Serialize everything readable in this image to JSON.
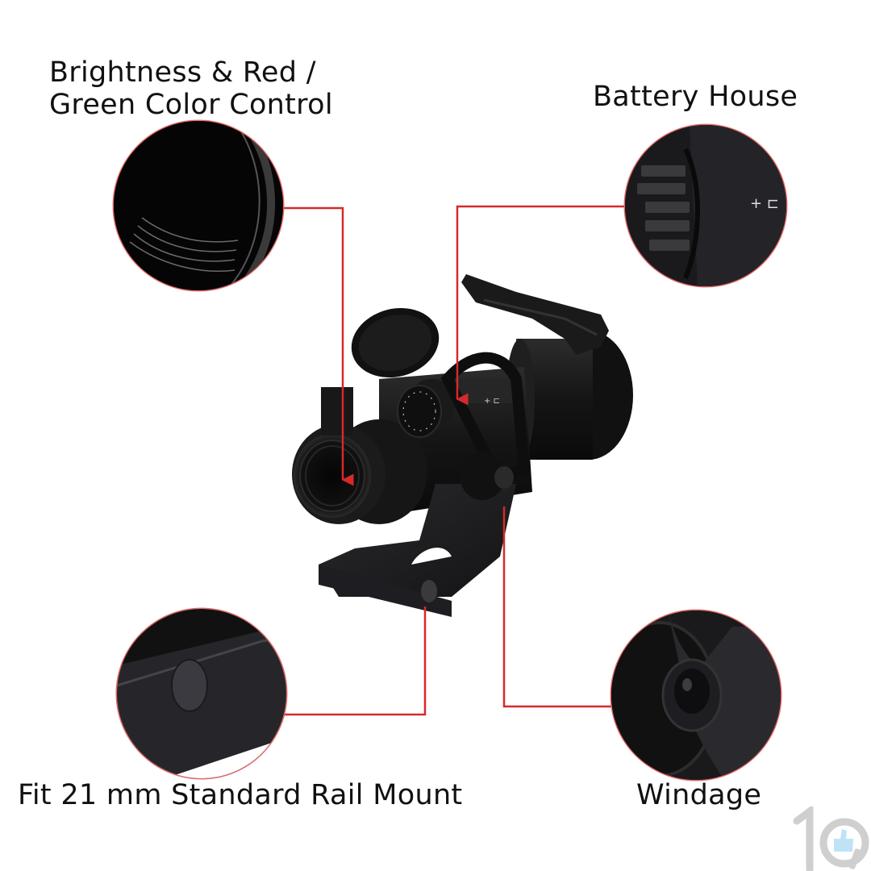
{
  "callouts": [
    {
      "id": "brightness",
      "label_line1": "Brightness & Red /",
      "label_line2": "Green Color Control"
    },
    {
      "id": "battery",
      "label": "Battery House"
    },
    {
      "id": "rail",
      "label": "Fit 21 mm Standard Rail Mount"
    },
    {
      "id": "windage",
      "label": "Windage"
    }
  ],
  "battery_marking": "+ ⊏",
  "watermark": {
    "text": "10",
    "icon": "thumbs-up-icon"
  },
  "colors": {
    "connector": "#d42a2a",
    "circle_border": "#e36a6a",
    "product": "#141414",
    "watermark_gray": "#cfcfcf",
    "watermark_blue": "#bfe3f5"
  }
}
